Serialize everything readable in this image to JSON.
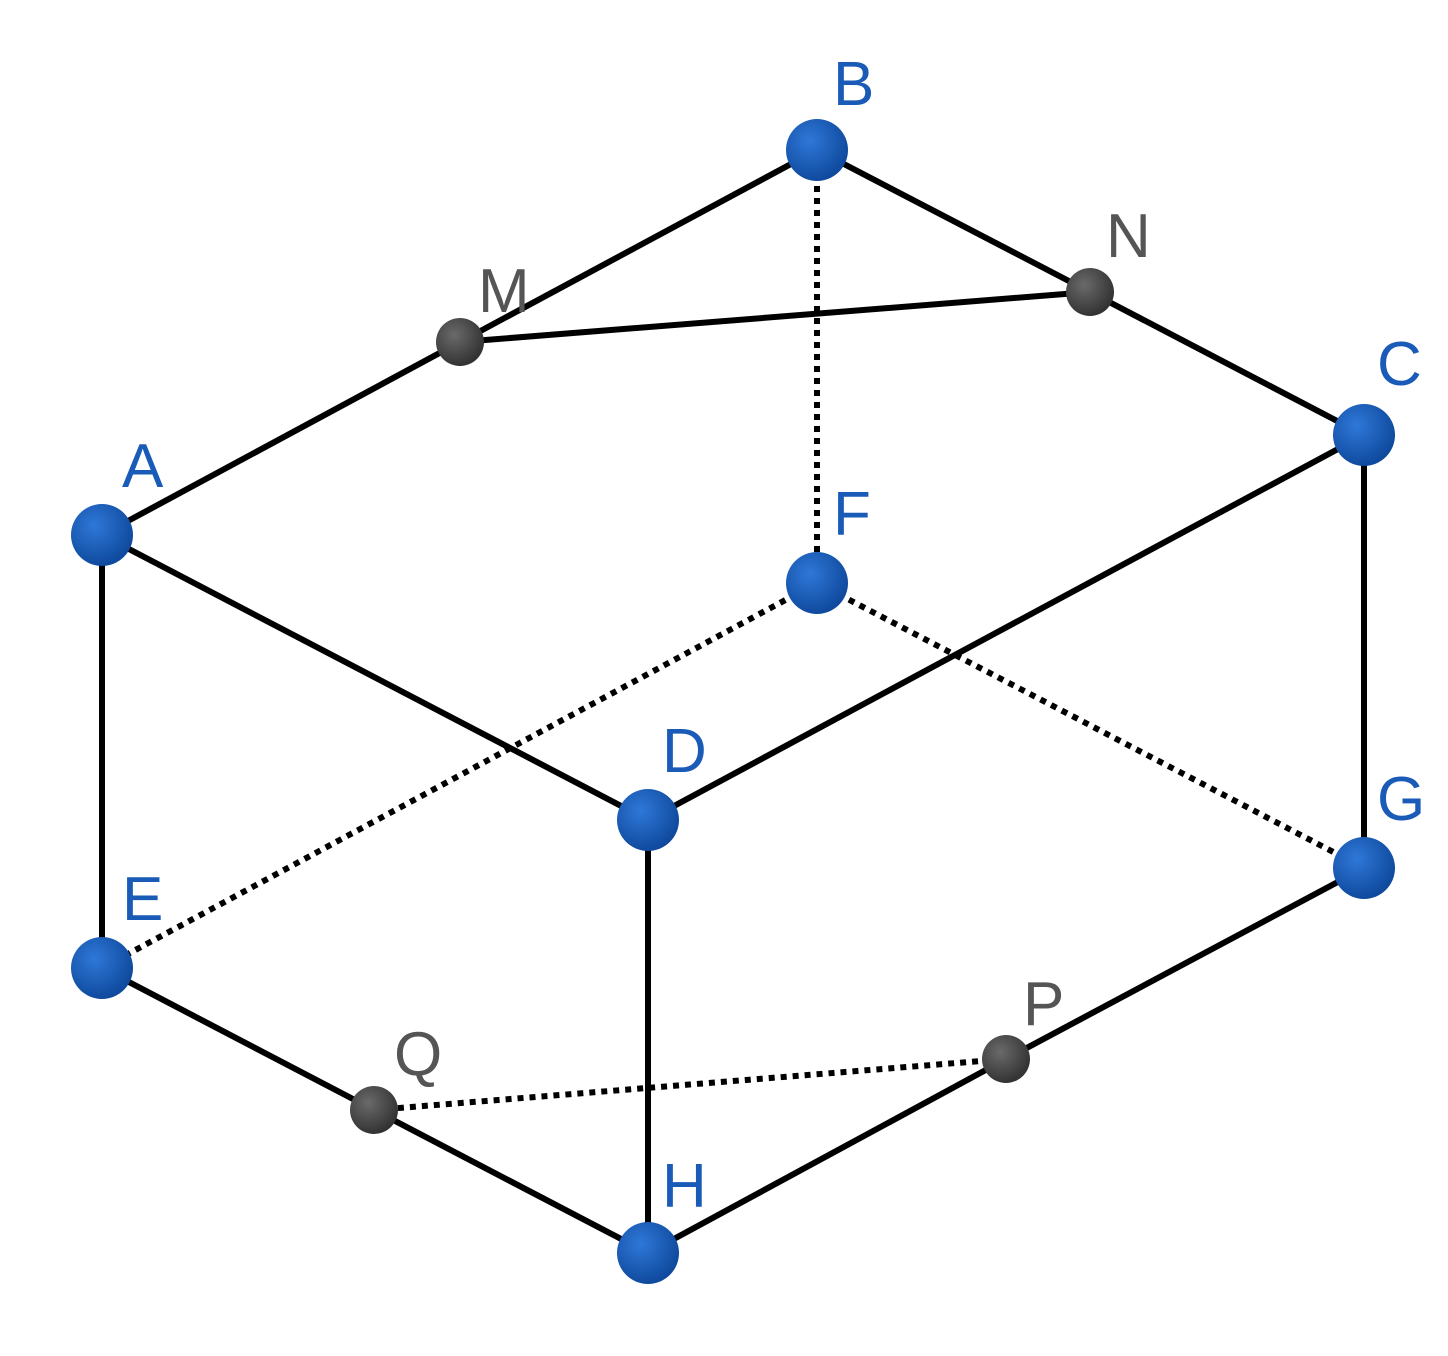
{
  "colors": {
    "vertex": "#1a5bb8",
    "vertex_label": "#1a5bb8",
    "midpoint": "#4a4a4a",
    "midpoint_label": "#555555",
    "edge": "#000000"
  },
  "points": [
    {
      "id": "A",
      "label": "A",
      "kind": "vertex"
    },
    {
      "id": "B",
      "label": "B",
      "kind": "vertex"
    },
    {
      "id": "C",
      "label": "C",
      "kind": "vertex"
    },
    {
      "id": "D",
      "label": "D",
      "kind": "vertex"
    },
    {
      "id": "E",
      "label": "E",
      "kind": "vertex"
    },
    {
      "id": "F",
      "label": "F",
      "kind": "vertex"
    },
    {
      "id": "G",
      "label": "G",
      "kind": "vertex"
    },
    {
      "id": "H",
      "label": "H",
      "kind": "vertex"
    },
    {
      "id": "M",
      "label": "M",
      "kind": "midpoint"
    },
    {
      "id": "N",
      "label": "N",
      "kind": "midpoint"
    },
    {
      "id": "P",
      "label": "P",
      "kind": "midpoint"
    },
    {
      "id": "Q",
      "label": "Q",
      "kind": "midpoint"
    }
  ],
  "edges": [
    {
      "from": "A",
      "to": "M",
      "style": "solid"
    },
    {
      "from": "M",
      "to": "B",
      "style": "solid"
    },
    {
      "from": "B",
      "to": "N",
      "style": "solid"
    },
    {
      "from": "N",
      "to": "C",
      "style": "solid"
    },
    {
      "from": "M",
      "to": "N",
      "style": "solid"
    },
    {
      "from": "A",
      "to": "D",
      "style": "solid"
    },
    {
      "from": "D",
      "to": "C",
      "style": "solid"
    },
    {
      "from": "A",
      "to": "E",
      "style": "solid"
    },
    {
      "from": "C",
      "to": "G",
      "style": "solid"
    },
    {
      "from": "D",
      "to": "H",
      "style": "solid"
    },
    {
      "from": "E",
      "to": "Q",
      "style": "solid"
    },
    {
      "from": "Q",
      "to": "H",
      "style": "solid"
    },
    {
      "from": "H",
      "to": "P",
      "style": "solid"
    },
    {
      "from": "P",
      "to": "G",
      "style": "solid"
    },
    {
      "from": "B",
      "to": "F",
      "style": "dashed"
    },
    {
      "from": "F",
      "to": "E",
      "style": "dashed"
    },
    {
      "from": "F",
      "to": "G",
      "style": "dashed"
    },
    {
      "from": "Q",
      "to": "P",
      "style": "dashed"
    }
  ]
}
